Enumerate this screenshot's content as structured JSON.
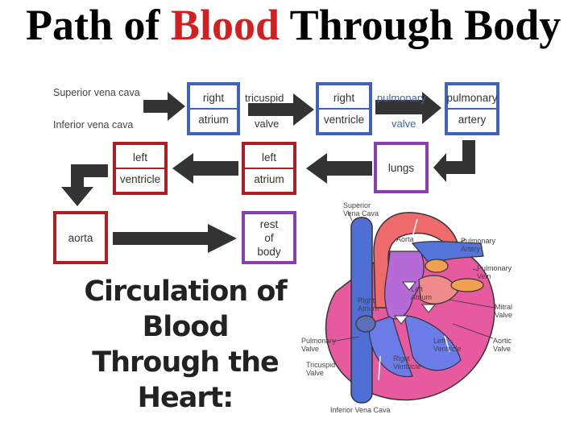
{
  "title": {
    "part1": "Path of ",
    "highlight": "Blood",
    "part2": " Through Body"
  },
  "flow": {
    "superior": "Superior vena cava",
    "inferior": "Inferior vena cava",
    "right_atrium": [
      "right",
      "atrium"
    ],
    "tricuspid": [
      "tricuspid",
      "valve"
    ],
    "right_ventricle": [
      "right",
      "ventricle"
    ],
    "pulmonary_valve": [
      "pulmonary",
      "valve"
    ],
    "pulmonary_artery": [
      "pulmonary",
      "artery"
    ],
    "lungs": "lungs",
    "left_atrium": [
      "left",
      "atrium"
    ],
    "left_ventricle": [
      "left",
      "ventricle"
    ],
    "aorta": "aorta",
    "rest_of_body": [
      "rest",
      "of",
      "body"
    ]
  },
  "circulation": [
    "Circulation of",
    "Blood",
    "Through the",
    "Heart:"
  ],
  "heart_labels": {
    "svc": [
      "Superior",
      "Vena Cava"
    ],
    "aorta": "Aorta",
    "pulm_artery": [
      "Pulmonary",
      "Artery"
    ],
    "pulm_vein": [
      "Pulmonary",
      "Vein"
    ],
    "left_atrium": [
      "Left",
      "Atrium"
    ],
    "right_atrium": [
      "Right",
      "Atrium"
    ],
    "mitral": [
      "Mitral",
      "Valve"
    ],
    "pulm_valve": [
      "Pulmonary",
      "Valve"
    ],
    "left_ventricle": [
      "Left",
      "Ventricle"
    ],
    "aortic": [
      "Aortic",
      "Valve"
    ],
    "right_ventricle": [
      "Right",
      "Ventricle"
    ],
    "tricuspid": [
      "Tricuspid",
      "Valve"
    ],
    "ivc": "Inferior Vena Cava"
  },
  "colors": {
    "title_highlight": "#d21f1f",
    "blue_box": "#3f63b8",
    "red_box": "#b01e24",
    "purple_box": "#8a3fb0",
    "arrow": "#333333"
  }
}
